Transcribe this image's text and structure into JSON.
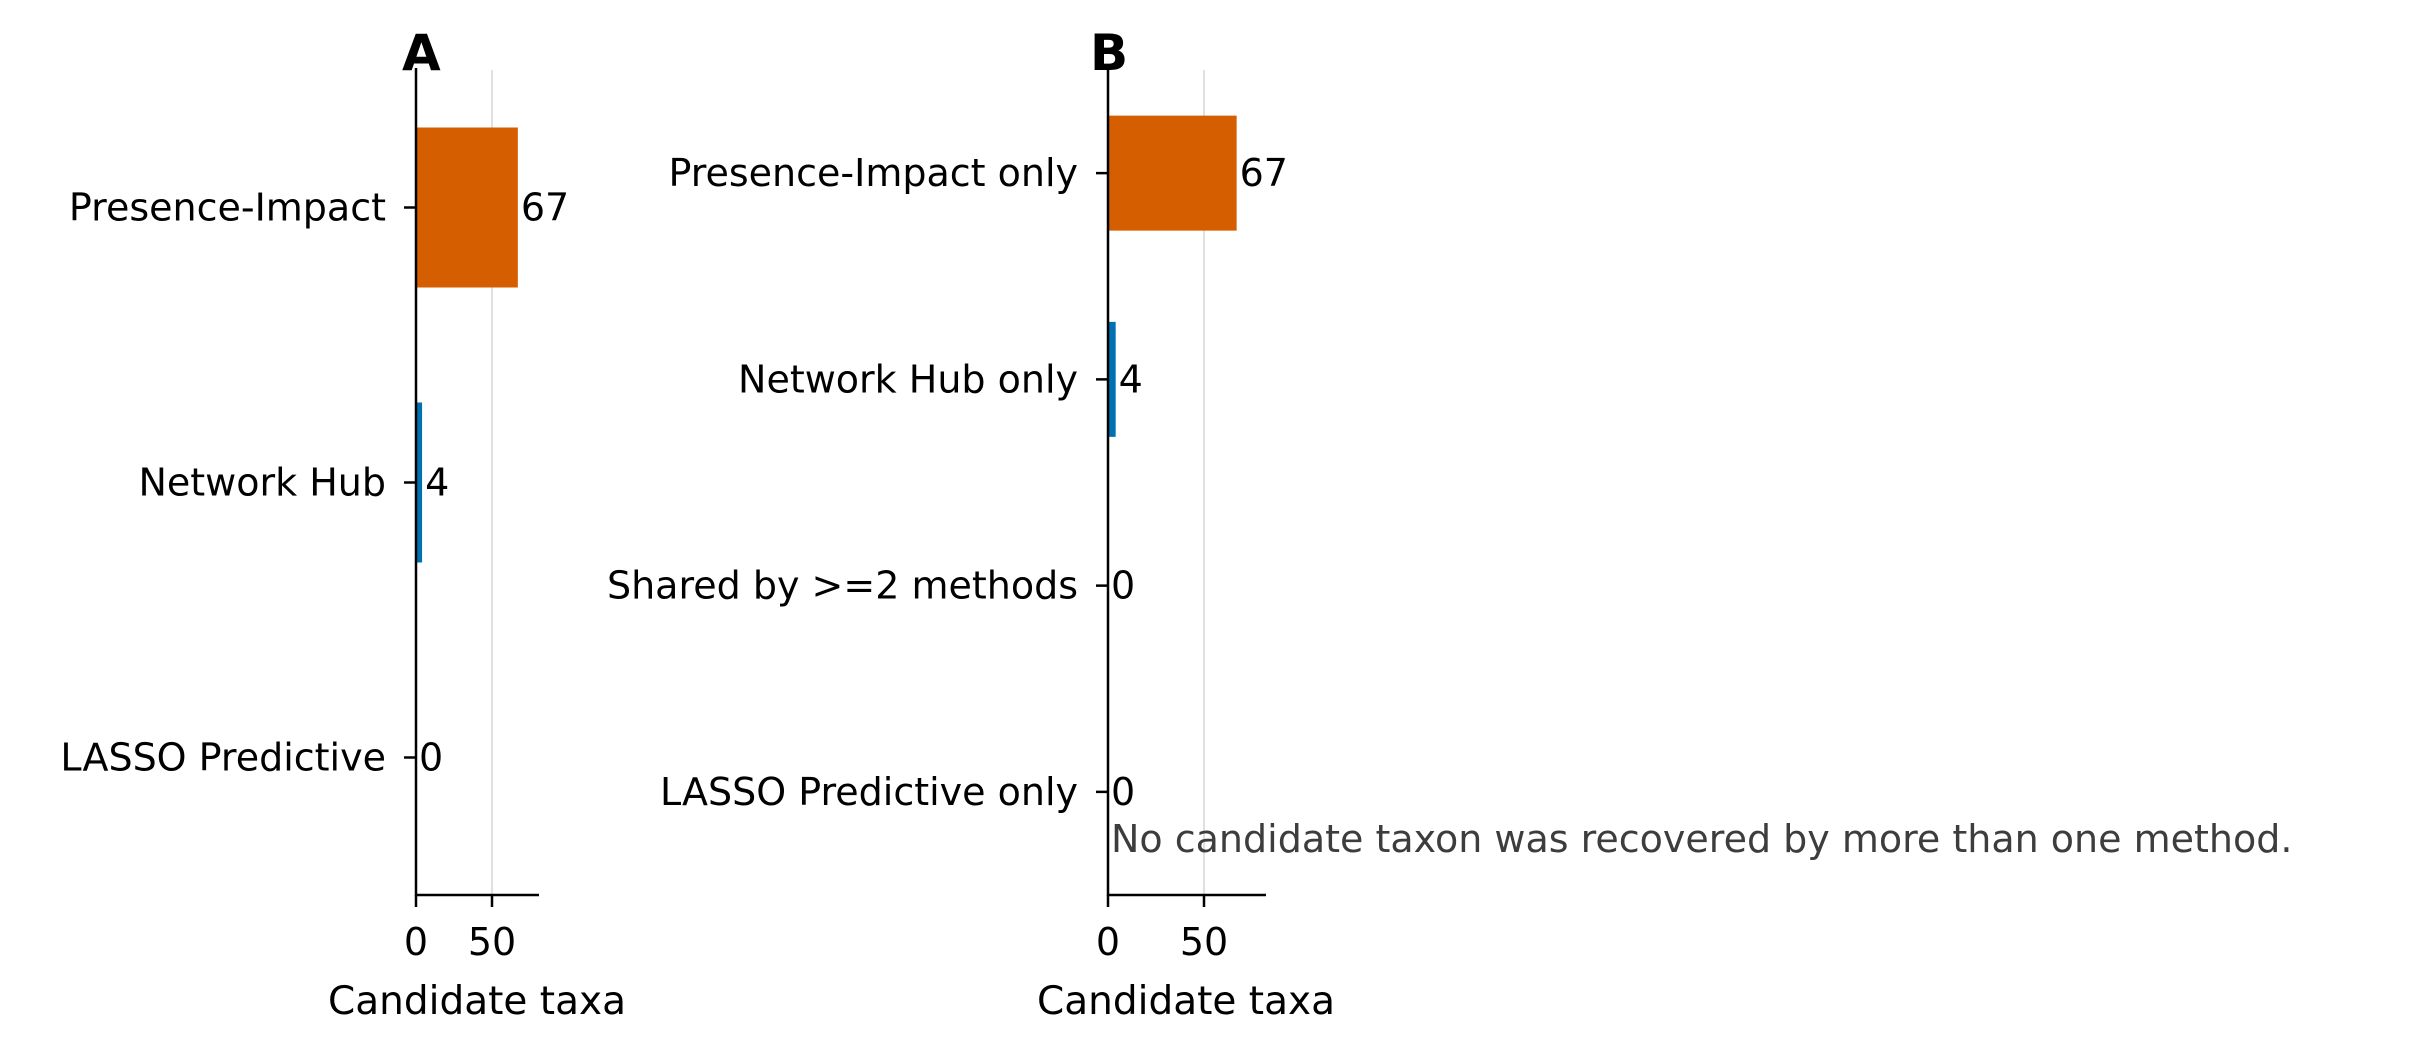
{
  "chart_data": [
    {
      "type": "bar",
      "orientation": "horizontal",
      "panel_label": "A",
      "categories": [
        "Presence-Impact",
        "Network Hub",
        "LASSO Predictive"
      ],
      "values": [
        67,
        4,
        0
      ],
      "bar_colors": [
        "#d55e00",
        "#0072b2",
        "#009e73"
      ],
      "xlabel": "Candidate taxa",
      "ylabel": "",
      "xticks": [
        0,
        50
      ],
      "xlim": [
        0,
        80
      ],
      "grid": "vertical at 50",
      "value_labels": true
    },
    {
      "type": "bar",
      "orientation": "horizontal",
      "panel_label": "B",
      "categories": [
        "Presence-Impact only",
        "Network Hub only",
        "Shared by >=2 methods",
        "LASSO Predictive only"
      ],
      "values": [
        67,
        4,
        0,
        0
      ],
      "bar_colors": [
        "#d55e00",
        "#0072b2",
        "#7f7f7f",
        "#009e73"
      ],
      "xlabel": "Candidate taxa",
      "ylabel": "",
      "xticks": [
        0,
        50
      ],
      "xlim": [
        0,
        80
      ],
      "grid": "vertical at 50",
      "value_labels": true,
      "annotation": "No candidate taxon was recovered by more than one method."
    }
  ],
  "colors": {
    "axis": "#000000",
    "grid": "#e0e0e0",
    "note_text": "#3d3d3d"
  }
}
